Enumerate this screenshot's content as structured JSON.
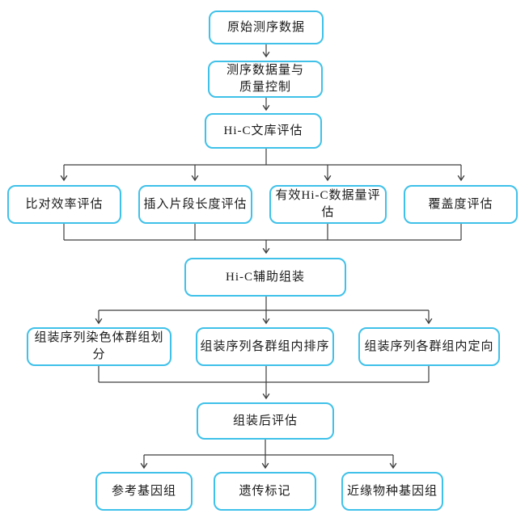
{
  "colors": {
    "node_border": "#3FC1E9",
    "connector_line": "#3d3d3d",
    "text": "#1a1a1a",
    "background": "#ffffff"
  },
  "nodes": {
    "raw_sequencing_data": {
      "label": "原始测序数据"
    },
    "sequencing_qc": {
      "line1": "测序数据量与",
      "line2": "质量控制"
    },
    "hic_library_evaluation": {
      "label": "Hi-C文库评估"
    },
    "alignment_efficiency_evaluation": {
      "label": "比对效率评估"
    },
    "insert_fragment_length_evaluation": {
      "label": "插入片段长度评估"
    },
    "valid_hic_data_evaluation": {
      "label": "有效Hi-C数据量评估"
    },
    "coverage_evaluation": {
      "label": "覆盖度评估"
    },
    "hic_assisted_assembly": {
      "label": "Hi-C辅助组装"
    },
    "chromosome_group_partition": {
      "label": "组装序列染色体群组划分"
    },
    "intra_group_ordering": {
      "label": "组装序列各群组内排序"
    },
    "intra_group_orientation": {
      "label": "组装序列各群组内定向"
    },
    "post_assembly_evaluation": {
      "label": "组装后评估"
    },
    "reference_genome": {
      "label": "参考基因组"
    },
    "genetic_markers": {
      "label": "遗传标记"
    },
    "related_species_genome": {
      "label": "近缘物种基因组"
    }
  }
}
